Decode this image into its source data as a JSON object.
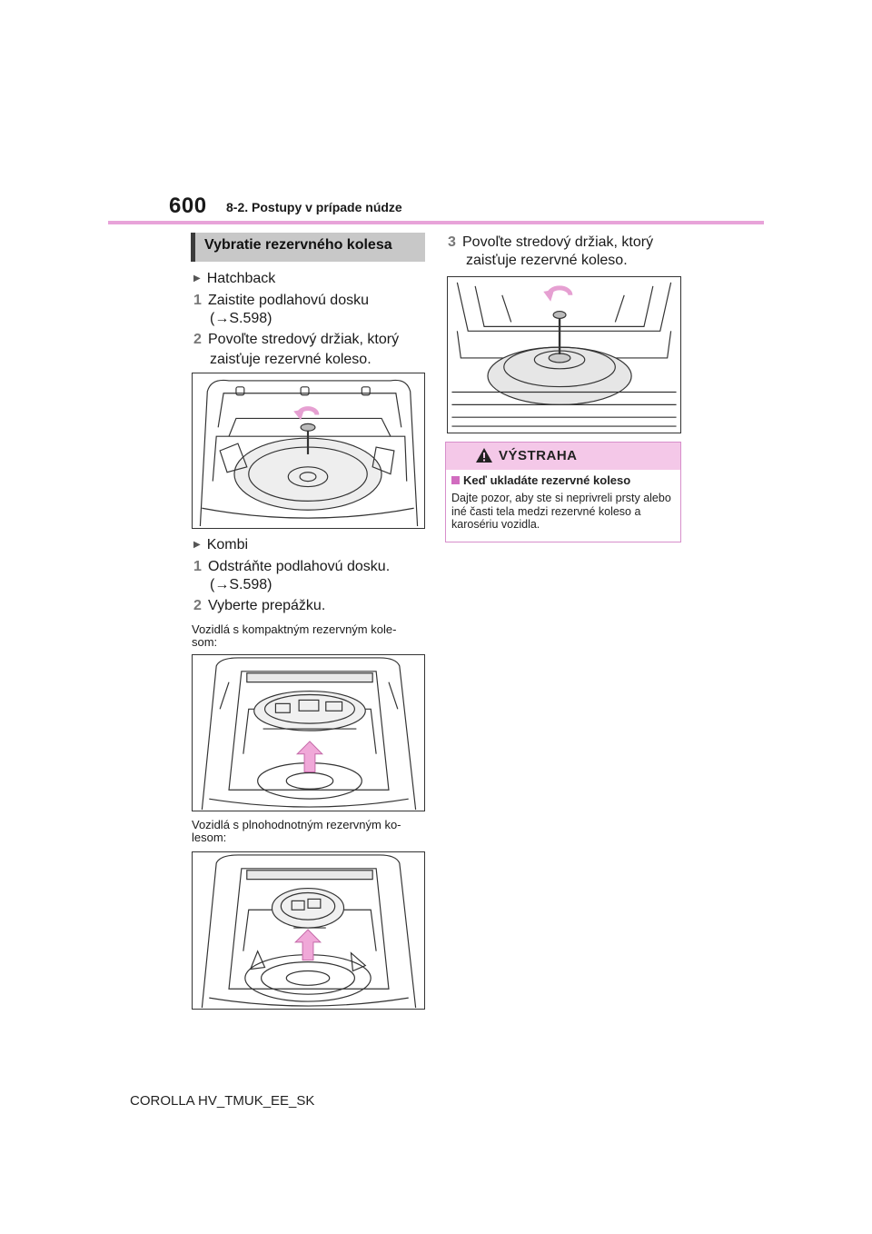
{
  "header": {
    "page_number": "600",
    "chapter": "8-2. Postupy v prípade núdze"
  },
  "section": {
    "title": "Vybratie rezervného kolesa"
  },
  "hatchback": {
    "label": "Hatchback",
    "steps": [
      {
        "num": "1",
        "line1": "Zaistite podlahovú dosku",
        "line2": "(→S.598)"
      },
      {
        "num": "2",
        "line1": "Povoľte stredový držiak, ktorý",
        "line2": "zaisťuje rezervné koleso."
      }
    ]
  },
  "kombi": {
    "label": "Kombi",
    "steps": [
      {
        "num": "1",
        "line1": "Odstráňte podlahovú dosku.",
        "line2": "(→S.598)"
      },
      {
        "num": "2",
        "line1": "Vyberte prepážku."
      }
    ],
    "compact_caption_1": "Vozidlá s kompaktným rezervným kole-",
    "compact_caption_2": "som:",
    "full_caption_1": "Vozidlá s plnohodnotným rezervným ko-",
    "full_caption_2": "lesom:"
  },
  "step3": {
    "num": "3",
    "line1": "Povoľte stredový držiak, ktorý",
    "line2": "zaisťuje rezervné koleso."
  },
  "warning": {
    "title": "VÝSTRAHA",
    "subtitle": "Keď ukladáte rezervné koleso",
    "body": "Dajte pozor, aby ste si neprivreli prsty alebo iné časti tela medzi rezervné koleso a karosériu vozidla."
  },
  "footer": {
    "model": "COROLLA HV_TMUK_EE_SK"
  },
  "colors": {
    "accent_rule": "#e8a3d9",
    "warning_header": "#f4c8e8",
    "section_header": "#c8c8c8",
    "arrow_pink": "#f0a8d8"
  }
}
